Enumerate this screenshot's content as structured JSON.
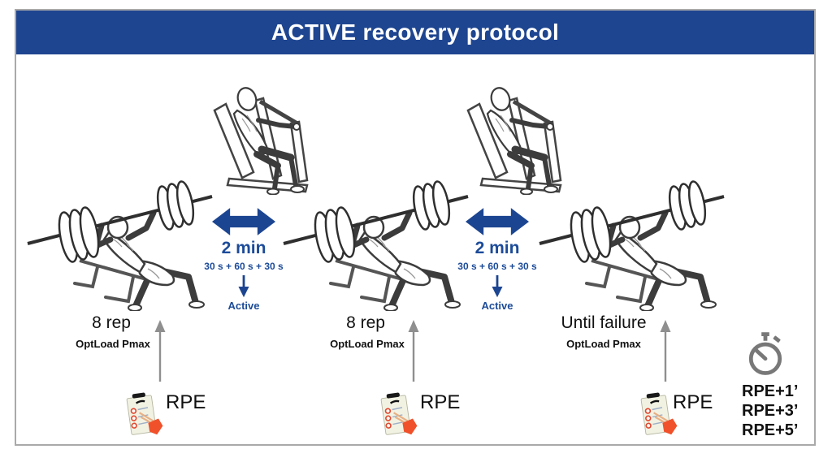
{
  "header": {
    "title": "ACTIVE recovery protocol"
  },
  "colors": {
    "banner_blue": "#1e4590",
    "arrow_blue": "#1c4591",
    "label_blue": "#1c4b99",
    "gray_arrow": "#8f8f8f",
    "stopwatch_gray": "#787878",
    "hand_orange": "#f0512b"
  },
  "icons": {
    "bench_press": "barbell-bench-press-illustration",
    "pec_deck": "pec-deck-machine-illustration",
    "double_arrow": "double-headed-arrow-icon",
    "down_arrow": "down-arrow-icon",
    "up_arrow": "up-arrow-icon",
    "clipboard": "rpe-clipboard-icon",
    "stopwatch": "stopwatch-icon"
  },
  "sets": [
    {
      "reps": "8 rep",
      "load": "OptLoad Pmax",
      "rpe": "RPE"
    },
    {
      "reps": "8 rep",
      "load": "OptLoad Pmax",
      "rpe": "RPE"
    },
    {
      "reps": "Until failure",
      "load": "OptLoad Pmax",
      "rpe": "RPE"
    }
  ],
  "recovery": [
    {
      "duration": "2 min",
      "split": "30 s + 60 s + 30 s",
      "mode": "Active"
    },
    {
      "duration": "2 min",
      "split": "30 s + 60 s + 30 s",
      "mode": "Active"
    }
  ],
  "timer": {
    "line1": "RPE+1’",
    "line2": "RPE+3’",
    "line3": "RPE+5’"
  }
}
